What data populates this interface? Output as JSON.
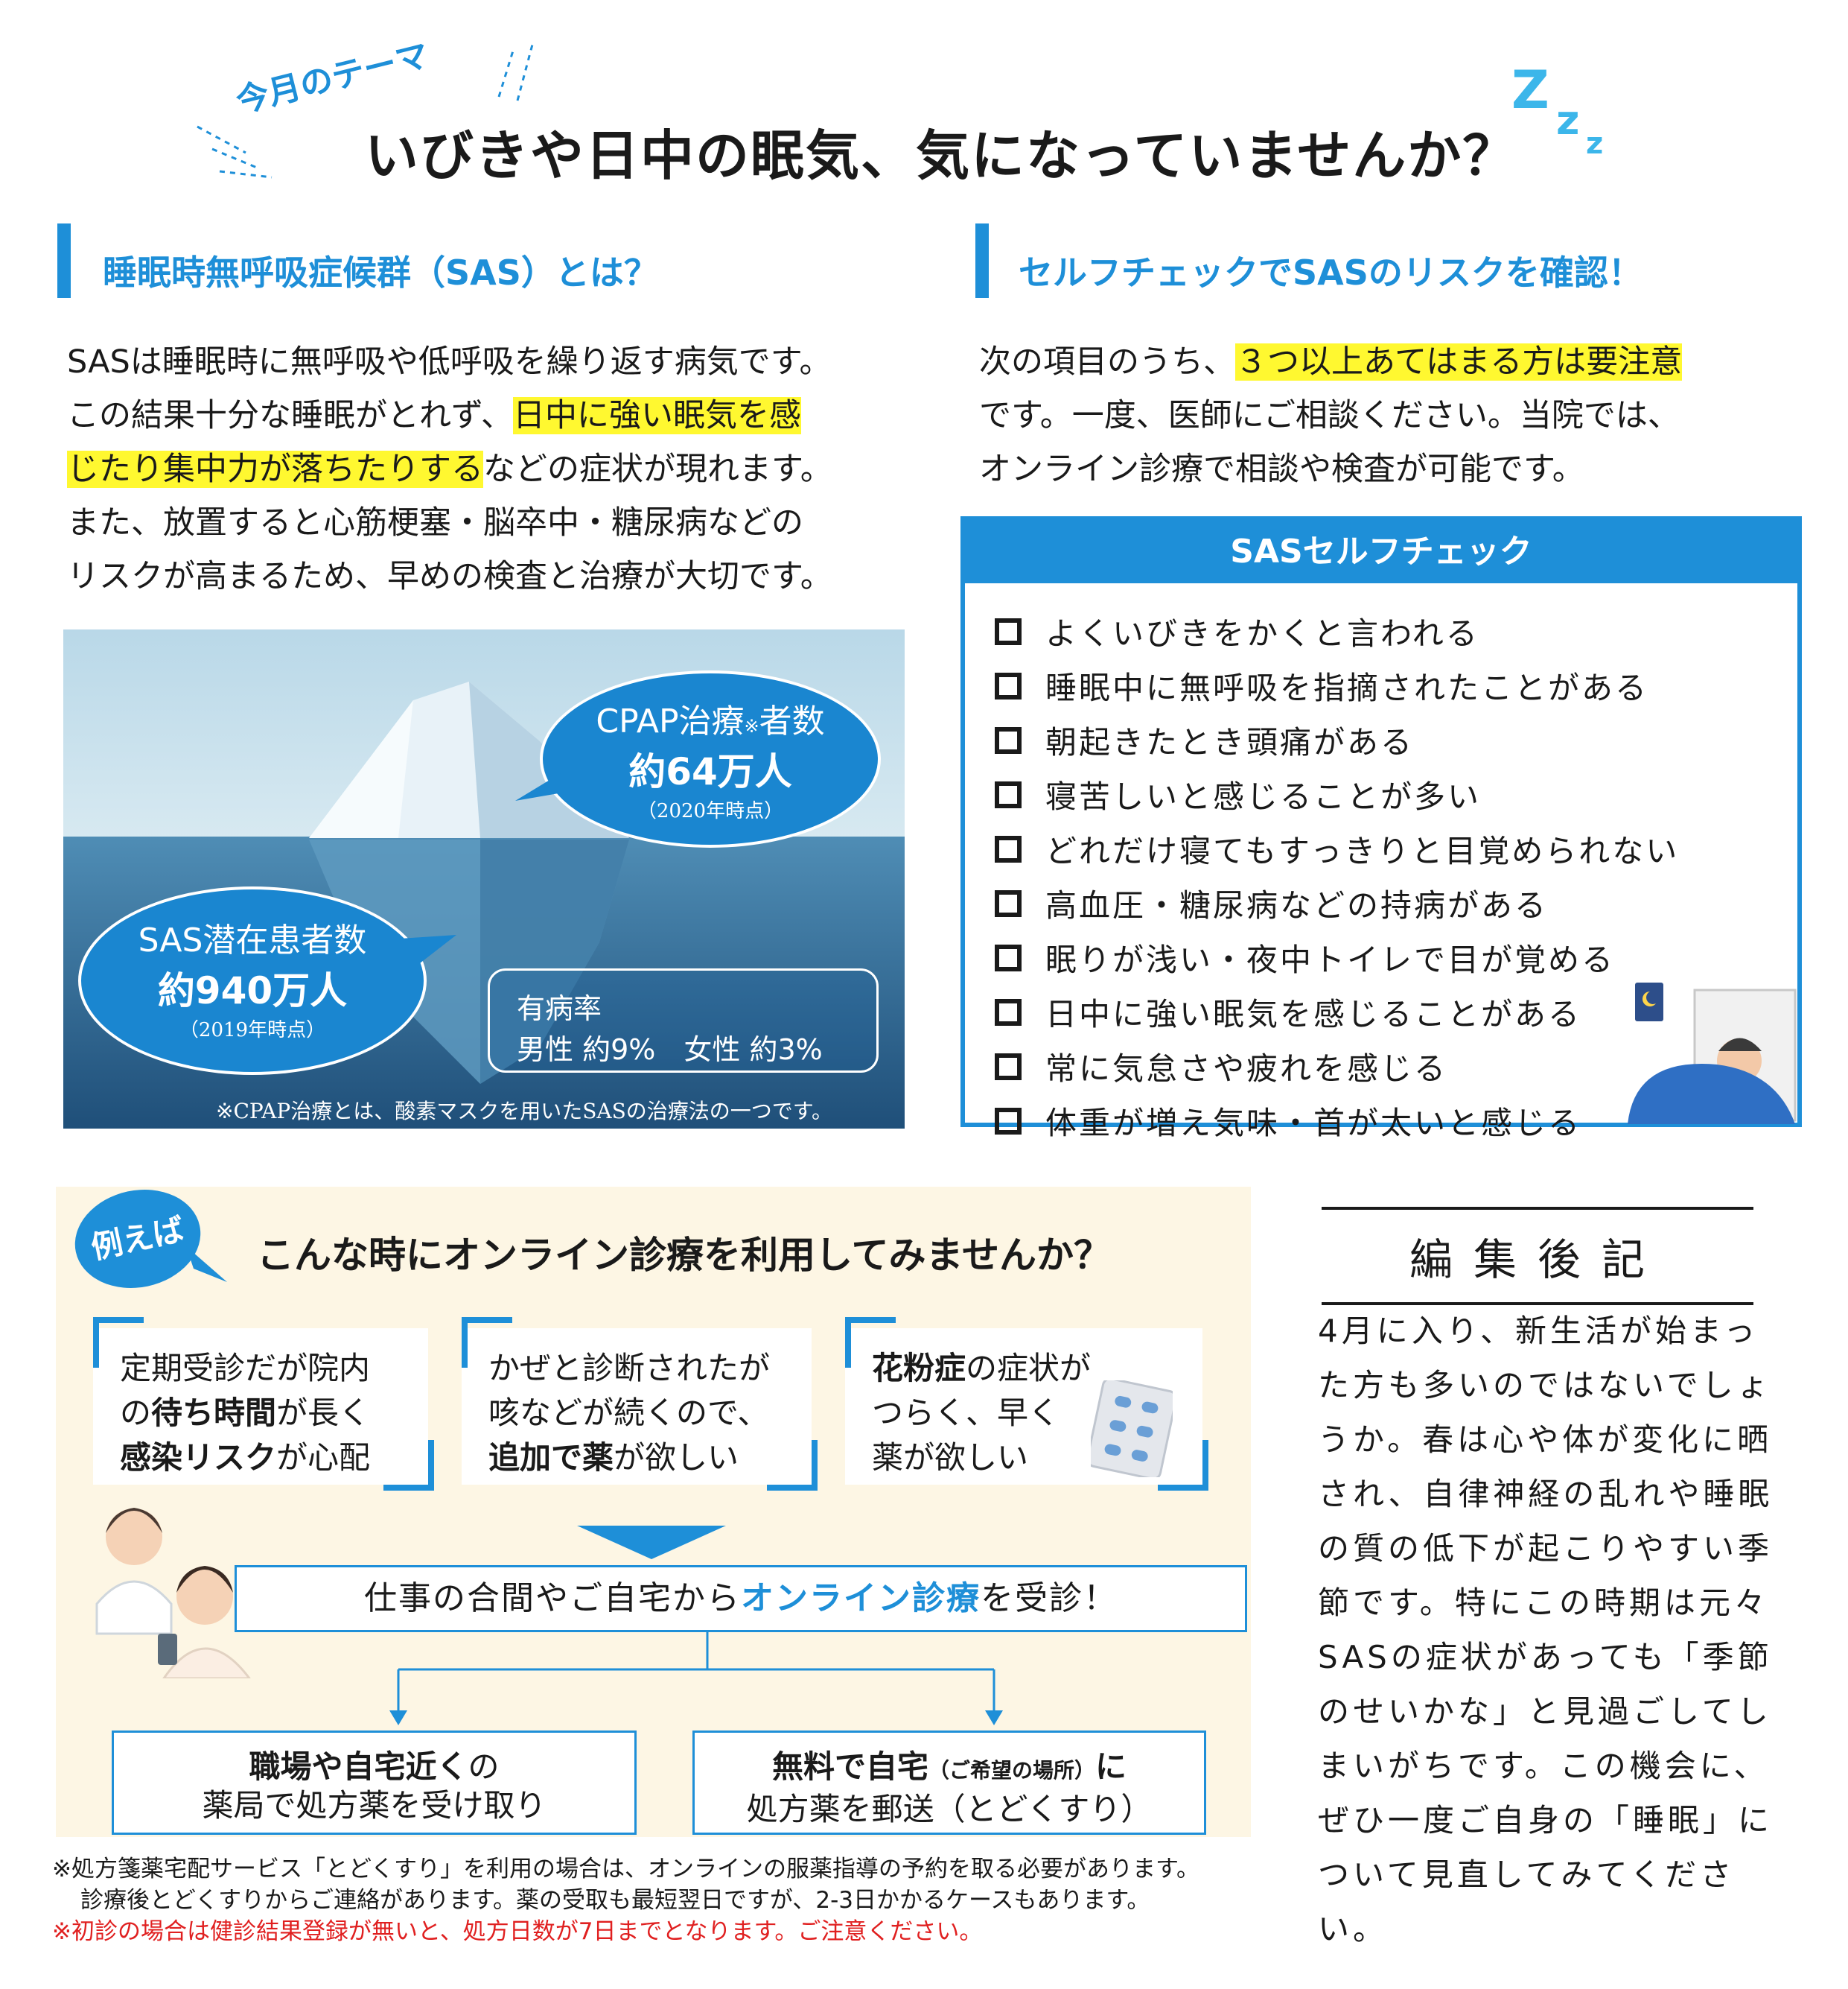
{
  "header": {
    "theme_label": "今月のテーマ",
    "title": "いびきや日中の眠気、気になっていませんか？",
    "zzz": "Z z z"
  },
  "sas_section": {
    "heading": "睡眠時無呼吸症候群（SAS）とは？",
    "line1": "SASは睡眠時に無呼吸や低呼吸を繰り返す病気です。",
    "line2_a": "この結果十分な睡眠がとれず、",
    "line2_hl": "日中に強い眠気を感",
    "line3_hl": "じたり集中力が落ちたりする",
    "line3_b": "などの症状が現れます。",
    "line4": "また、放置すると心筋梗塞・脳卒中・糖尿病などの",
    "line5": "リスクが高まるため、早めの検査と治療が大切です。"
  },
  "iceberg": {
    "cpap_title": "CPAP治療",
    "cpap_mark": "※",
    "cpap_suffix": "者数",
    "cpap_value": "約64万人",
    "cpap_note": "（2020年時点）",
    "sas_title": "SAS潜在患者数",
    "sas_value": "約940万人",
    "sas_note": "（2019年時点）",
    "prevalence_label": "有病率",
    "prevalence_values": "男性 約9%　女性 約3%",
    "footnote": "※CPAP治療とは、酸素マスクを用いたSASの治療法の一つです。"
  },
  "self_check": {
    "heading": "セルフチェックでSASのリスクを確認！",
    "intro_a": "次の項目のうち、",
    "intro_hl": "３つ以上あてはまる方は要注意",
    "intro_line2": "です。一度、医師にご相談ください。当院では、",
    "intro_line3": "オンライン診療で相談や検査が可能です。",
    "box_title": "SASセルフチェック",
    "items": [
      "よくいびきをかくと言われる",
      "睡眠中に無呼吸を指摘されたことがある",
      "朝起きたとき頭痛がある",
      "寝苦しいと感じることが多い",
      "どれだけ寝てもすっきりと目覚められない",
      "高血圧・糖尿病などの持病がある",
      "眠りが浅い・夜中トイレで目が覚める",
      "日中に強い眠気を感じることがある",
      "常に気怠さや疲れを感じる",
      "体重が増え気味・首が太いと感じる"
    ]
  },
  "example": {
    "tag": "例えば",
    "heading": "こんな時にオンライン診療を利用してみませんか？",
    "card1": [
      "定期受診だが院内",
      "の",
      "待ち時間",
      "が長く",
      "感染リスク",
      "が心配"
    ],
    "card2": [
      "かぜと診断されたが",
      "咳などが続くので、",
      "追加で薬",
      "が欲しい"
    ],
    "card3": [
      "花粉症",
      "の症状が",
      "つらく、早く",
      "薬が欲しい"
    ],
    "main_a": "仕事の合間やご自宅から",
    "main_hl": "オンライン診療",
    "main_b": "を受診！",
    "opt1_bold": "職場や自宅近く",
    "opt1_tail": "の",
    "opt1_line2": "薬局で処方薬を受け取り",
    "opt2_bold": "無料で自宅",
    "opt2_small": "（ご希望の場所）",
    "opt2_tail": "に",
    "opt2_line2": "処方薬を郵送（とどくすり）"
  },
  "footnotes": {
    "line1": "※処方箋薬宅配サービス「とどくすり」を利用の場合は、オンラインの服薬指導の予約を取る必要があります。",
    "line2": "診療後とどくすりからご連絡があります。薬の受取も最短翌日ですが、2-3日かかるケースもあります。",
    "line3": "※初診の場合は健診結果登録が無いと、処方日数が7日までとなります。ご注意ください。"
  },
  "editor_note": {
    "title": "編集後記",
    "lines": [
      "4月に入り、新生活が始まっ",
      "た方も多いのではないでしょ",
      "うか。春は心や体が変化に晒",
      "され、自律神経の乱れや睡眠",
      "の質の低下が起こりやすい季",
      "節です。特にこの時期は元々",
      "SASの症状があっても「季節",
      "のせいかな」と見過ごしてし",
      "まいがちです。この機会に、",
      "ぜひ一度ご自身の「睡眠」に",
      "ついて見直してみてください。"
    ]
  },
  "colors": {
    "accent": "#1e8fd8",
    "highlight": "#fff830",
    "panel": "#fdf6e4",
    "alert": "#e02020"
  }
}
